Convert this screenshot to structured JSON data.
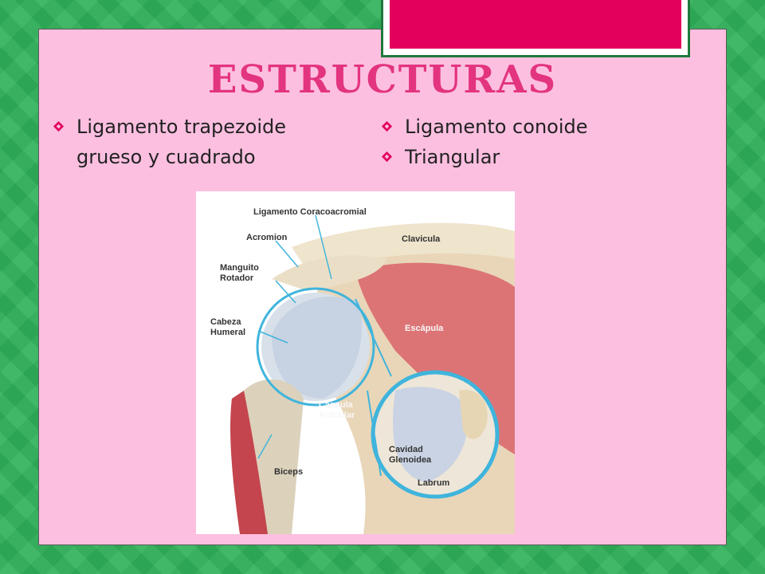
{
  "slide": {
    "title": "ESTRUCTURAS",
    "accent_color": "#e3005d",
    "title_color": "#e3347f",
    "background_color": "#fdbfe0"
  },
  "bullets_left": [
    {
      "text": "Ligamento trapezoide grueso y cuadrado"
    }
  ],
  "bullets_right": [
    {
      "text": "Ligamento conoide"
    },
    {
      "text": "Triangular"
    }
  ],
  "bullet_icon": "diamond-outline-icon",
  "figure": {
    "labels": {
      "coracoacromial": "Ligamento Coracoacromial",
      "acromion": "Acromion",
      "clavicula": "Clavicula",
      "manguito_1": "Manguito",
      "manguito_2": "Rotador",
      "cabeza_1": "Cabeza",
      "cabeza_2": "Humeral",
      "escapula": "Escápula",
      "capsula_1": "Cápsula",
      "capsula_2": "Articular",
      "cavidad_1": "Cavidad",
      "cavidad_2": "Glenoidea",
      "labrum": "Labrum",
      "biceps": "Biceps"
    }
  }
}
